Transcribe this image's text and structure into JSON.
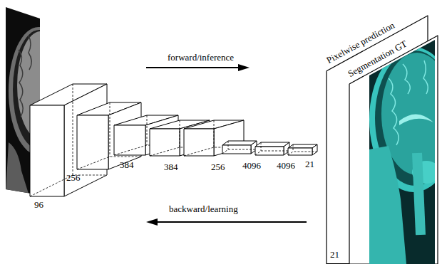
{
  "diagram": {
    "nodes": [
      {
        "text": [
          "96"
        ]
      },
      {
        "text": [
          "256"
        ]
      },
      {
        "text": [
          "384"
        ]
      },
      {
        "text": [
          "384"
        ]
      },
      {
        "text": [
          "256"
        ]
      },
      {
        "text": [
          "4096"
        ]
      },
      {
        "text": [
          "4096"
        ]
      },
      {
        "text": [
          "21"
        ]
      },
      {
        "text": [
          "Pixelwise prediction",
          "21"
        ]
      },
      {
        "text": [
          "Segmentation GT"
        ]
      }
    ],
    "labels": [
      "forward/inference",
      "backward/learning"
    ]
  }
}
